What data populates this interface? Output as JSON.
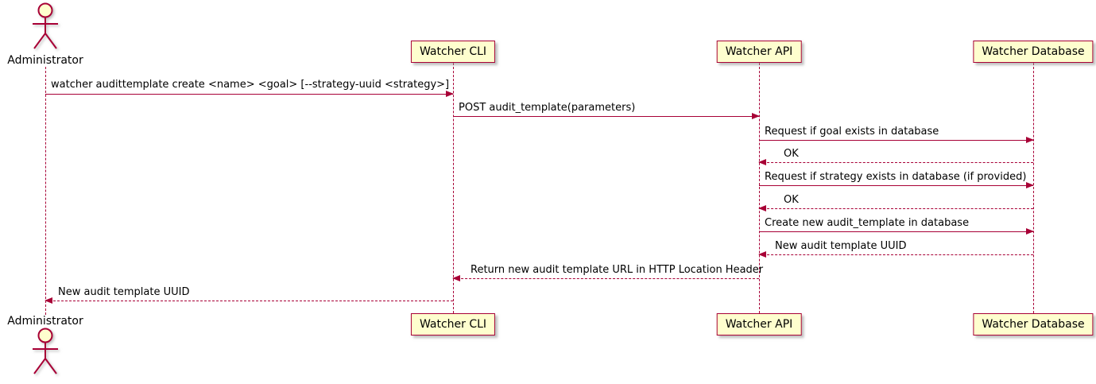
{
  "diagram": {
    "type": "uml-sequence-diagram",
    "colors": {
      "participant_fill": "#FEFECE",
      "line_and_border": "#A80036",
      "text": "#000000",
      "background": "#FFFFFF",
      "shadow": "#8C8C8C"
    },
    "actor": {
      "name": "Administrator"
    },
    "participants": [
      {
        "label": "Watcher CLI"
      },
      {
        "label": "Watcher API"
      },
      {
        "label": "Watcher Database"
      }
    ],
    "messages": [
      {
        "from": "Administrator",
        "to": "Watcher CLI",
        "label": "watcher audittemplate create <name> <goal> [--strategy-uuid <strategy>]",
        "style": "solid",
        "direction": "right"
      },
      {
        "from": "Watcher CLI",
        "to": "Watcher API",
        "label": "POST audit_template(parameters)",
        "style": "solid",
        "direction": "right"
      },
      {
        "from": "Watcher API",
        "to": "Watcher Database",
        "label": "Request if goal exists in database",
        "style": "solid",
        "direction": "right"
      },
      {
        "from": "Watcher Database",
        "to": "Watcher API",
        "label": "OK",
        "style": "dashed",
        "direction": "left"
      },
      {
        "from": "Watcher API",
        "to": "Watcher Database",
        "label": "Request if strategy exists in database (if provided)",
        "style": "solid",
        "direction": "right"
      },
      {
        "from": "Watcher Database",
        "to": "Watcher API",
        "label": "OK",
        "style": "dashed",
        "direction": "left"
      },
      {
        "from": "Watcher API",
        "to": "Watcher Database",
        "label": "Create new audit_template in database",
        "style": "solid",
        "direction": "right"
      },
      {
        "from": "Watcher Database",
        "to": "Watcher API",
        "label": "New audit template UUID",
        "style": "dashed",
        "direction": "left"
      },
      {
        "from": "Watcher API",
        "to": "Watcher CLI",
        "label": "Return new audit template URL in HTTP Location Header",
        "style": "dashed",
        "direction": "left"
      },
      {
        "from": "Watcher CLI",
        "to": "Administrator",
        "label": "New audit template UUID",
        "style": "dashed",
        "direction": "left"
      }
    ]
  }
}
